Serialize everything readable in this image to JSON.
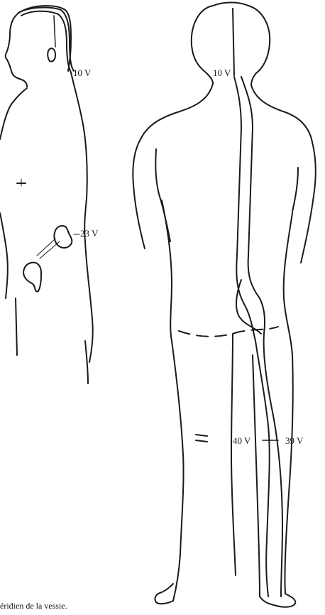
{
  "labels": {
    "head_point_side": "10 V",
    "head_point_back": "10 V",
    "kidney_point": "23 V",
    "knee_point_40": "40 V",
    "knee_point_39": "39 V"
  },
  "caption": "éridien de la vessie.",
  "colors": {
    "ink": "#1a1a1a",
    "background": "#ffffff"
  }
}
